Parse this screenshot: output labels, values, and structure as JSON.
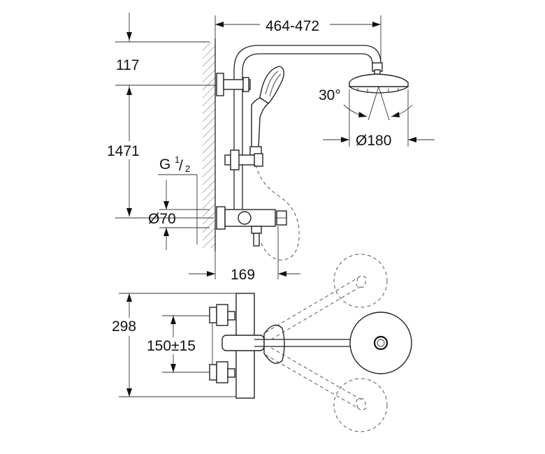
{
  "dimensions": {
    "span": "464-472",
    "top_offset": "117",
    "height": "1471",
    "thread_prefix": "G",
    "thread_num": "1",
    "thread_den": "2",
    "diameter_mixer": "Ø70",
    "outlet": "169",
    "angle": "30°",
    "head_diameter": "Ø180",
    "depth": "298",
    "centers": "150±15"
  },
  "colors": {
    "line": "#222222",
    "background": "#ffffff"
  }
}
